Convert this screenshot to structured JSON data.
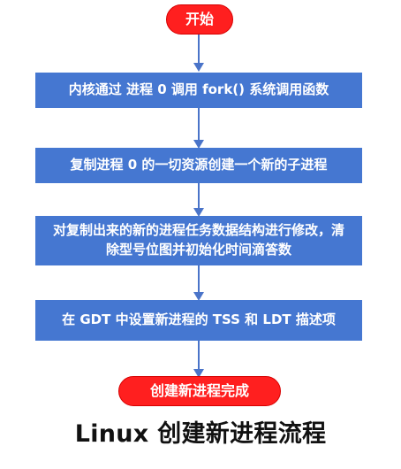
{
  "start_label": "开始",
  "steps": [
    {
      "text": "内核通过 进程 0 调用 fork() 系统调用函数"
    },
    {
      "text": "复制进程 0 的一切资源创建一个新的子进程"
    },
    {
      "text": "对复制出来的新的进程任务数据结构进行修改，清除型号位图并初始化时间滴答数"
    },
    {
      "text": "在 GDT 中设置新进程的 TSS 和 LDT 描述项"
    }
  ],
  "end_label": "创建新进程完成",
  "title": "Linux 创建新进程流程",
  "colors": {
    "terminal_fill": "#ff1f1f",
    "process_fill": "#4577d1",
    "connector": "#4a74c9",
    "text_on_shapes": "#ffffff",
    "title_text": "#111111"
  }
}
